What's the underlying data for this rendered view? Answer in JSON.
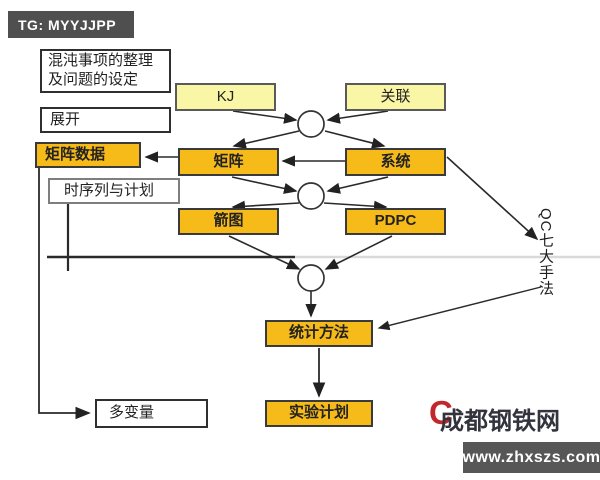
{
  "header": {
    "tag": "TG: MYYJJPP"
  },
  "left_column": {
    "chaos": {
      "line1": "混沌事项的整理",
      "line2": "及问题的设定"
    },
    "expand": "展开",
    "matrix_data": "矩阵数据",
    "time_series": "时序列与计划",
    "multivariate": "多变量"
  },
  "nodes": {
    "kj": "KJ",
    "relation": "关联",
    "matrix": "矩阵",
    "system": "系统",
    "arrow_diagram": "箭图",
    "pdpc": "PDPC",
    "statistics": "统计方法",
    "experiment_plan": "实验计划"
  },
  "side_label": "QC七大手法",
  "watermark": {
    "logo_letter": "C",
    "site_name": "成都钢铁网",
    "url": "www.zhxszs.com"
  },
  "colors": {
    "node_gold": "#f6ba19",
    "node_pale_yellow": "#f9f7a5",
    "tag_background": "#4f4f4f",
    "logo_red": "#c1272d",
    "url_bar_background": "#575757",
    "line_dark": "#2a2a2a",
    "line_light": "#d9d9d9"
  }
}
